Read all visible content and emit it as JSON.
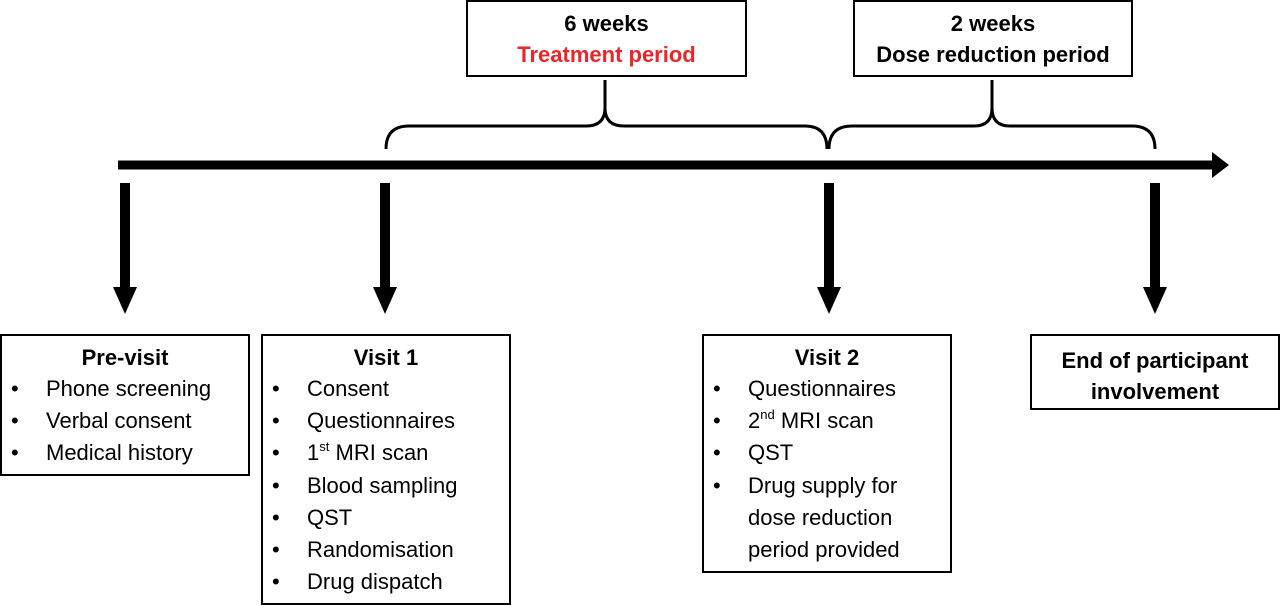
{
  "phases": [
    {
      "duration": "6 weeks",
      "label": "Treatment period",
      "label_color": "#e8262b"
    },
    {
      "duration": "2 weeks",
      "label": "Dose reduction period",
      "label_color": "#000000"
    }
  ],
  "visits": {
    "previsit": {
      "title": "Pre-visit",
      "items": [
        "Phone screening",
        "Verbal consent",
        "Medical history"
      ]
    },
    "visit1": {
      "title": "Visit 1",
      "items": [
        "Consent",
        "Questionnaires",
        "MRI scan",
        "Blood sampling",
        "QST",
        "Randomisation",
        "Drug dispatch"
      ],
      "mri_ordinal": "1",
      "mri_ordinal_suffix": "st"
    },
    "visit2": {
      "title": "Visit 2",
      "items": [
        "Questionnaires",
        "MRI scan",
        "QST",
        "Drug supply for dose reduction period provided"
      ],
      "mri_ordinal": "2",
      "mri_ordinal_suffix": "nd"
    },
    "end": {
      "title_line1": "End of participant",
      "title_line2": "involvement"
    }
  }
}
